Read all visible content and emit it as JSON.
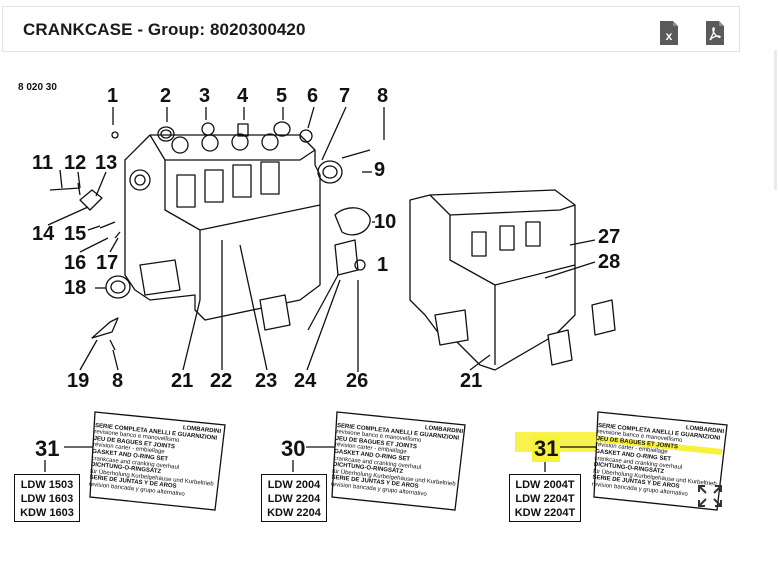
{
  "header": {
    "title": "CRANKCASE - Group: 8020300420",
    "excel_icon": "excel-export-icon",
    "pdf_icon": "pdf-export-icon"
  },
  "diagram": {
    "group_code": "8 020 30",
    "callouts_top": [
      "1",
      "2",
      "3",
      "4",
      "5",
      "6",
      "7",
      "8"
    ],
    "callouts_left": [
      "11",
      "12",
      "13",
      "14",
      "15",
      "16",
      "17",
      "18"
    ],
    "callouts_right": [
      "9",
      "10",
      "1"
    ],
    "callouts_bottom": [
      "19",
      "8",
      "21",
      "22",
      "23",
      "24",
      "26"
    ],
    "callouts_second_block": [
      "27",
      "28",
      "21"
    ],
    "kits": [
      {
        "number": "31",
        "models": [
          "LDW 1503",
          "LDW 1603",
          "KDW 1603"
        ],
        "card_brand": "LOMBARDINI",
        "card_lines": [
          "SERIE COMPLETA ANELLI E GUARNIZIONI",
          "revisione banco e manovellismo",
          "JEU DE BAGUES ET JOINTS",
          "révision carter - embiellage",
          "GASKET AND O-RING SET",
          "crankcase and cranking overhaul",
          "DICHTUNG-O-RINGSATZ",
          "für Überholung Kurbelgehäuse und Kurbeltrieb",
          "SERIE DE JUNTAS Y DE AROS",
          "revision bancada y grupo alternativo"
        ]
      },
      {
        "number": "30",
        "models": [
          "LDW 2004",
          "LDW 2204",
          "KDW 2204"
        ],
        "card_brand": "LOMBARDINI",
        "card_lines": [
          "SERIE COMPLETA ANELLI E GUARNIZIONI",
          "revisione banco e manovellismo",
          "JEU DE BAGUES ET JOINTS",
          "révision carter - embiellage",
          "GASKET AND O-RING SET",
          "crankcase and cranking overhaul",
          "DICHTUNG-O-RINGSATZ",
          "für Überholung Kurbelgehäuse und Kurbeltrieb",
          "SERIE DE JUNTAS Y DE AROS",
          "revision bancada y grupo alternativo"
        ]
      },
      {
        "number": "31",
        "models": [
          "LDW 2004T",
          "LDW 2204T",
          "KDW 2204T"
        ],
        "card_brand": "LOMBARDINI",
        "card_lines": [
          "SERIE COMPLETA ANELLI E GUARNIZIONI",
          "revisione banco e manovellismo",
          "JEU DE BAGUES ET JOINTS",
          "révision carter - embiellage",
          "GASKET AND O-RING SET",
          "crankcase and cranking overhaul",
          "DICHTUNG-O-RINGSATZ",
          "für Überholung Kurbelgehäuse und Kurbeltrieb",
          "SERIE DE JUNTAS Y DE AROS",
          "revision bancada y grupo alternativo"
        ]
      }
    ],
    "highlight_color": "#f7f238"
  }
}
